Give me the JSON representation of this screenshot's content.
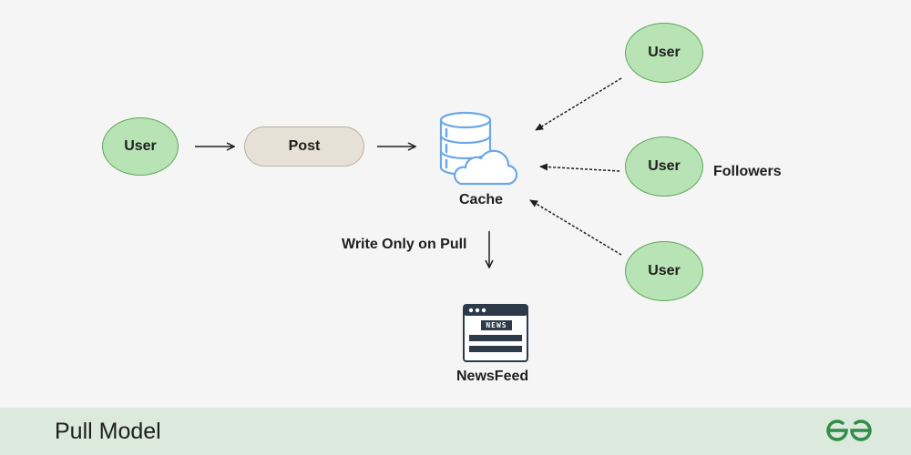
{
  "diagram": {
    "source_user": "User",
    "post": "Post",
    "cache": "Cache",
    "write_label": "Write Only on Pull",
    "newsfeed": "NewsFeed",
    "news_badge": "NEWS",
    "followers_label": "Followers",
    "followers": [
      "User",
      "User",
      "User"
    ]
  },
  "footer": {
    "title": "Pull Model"
  },
  "colors": {
    "user_fill": "#b8e3b4",
    "user_border": "#5ea75a",
    "post_fill": "#e6e0d6",
    "cache_blue": "#6aa9e6",
    "footer_bg": "#dce9dd",
    "logo_green": "#2f8d46"
  },
  "icons": {
    "cache": "database-cloud-icon",
    "newsfeed": "newspaper-window-icon",
    "logo": "gfg-logo-icon"
  }
}
